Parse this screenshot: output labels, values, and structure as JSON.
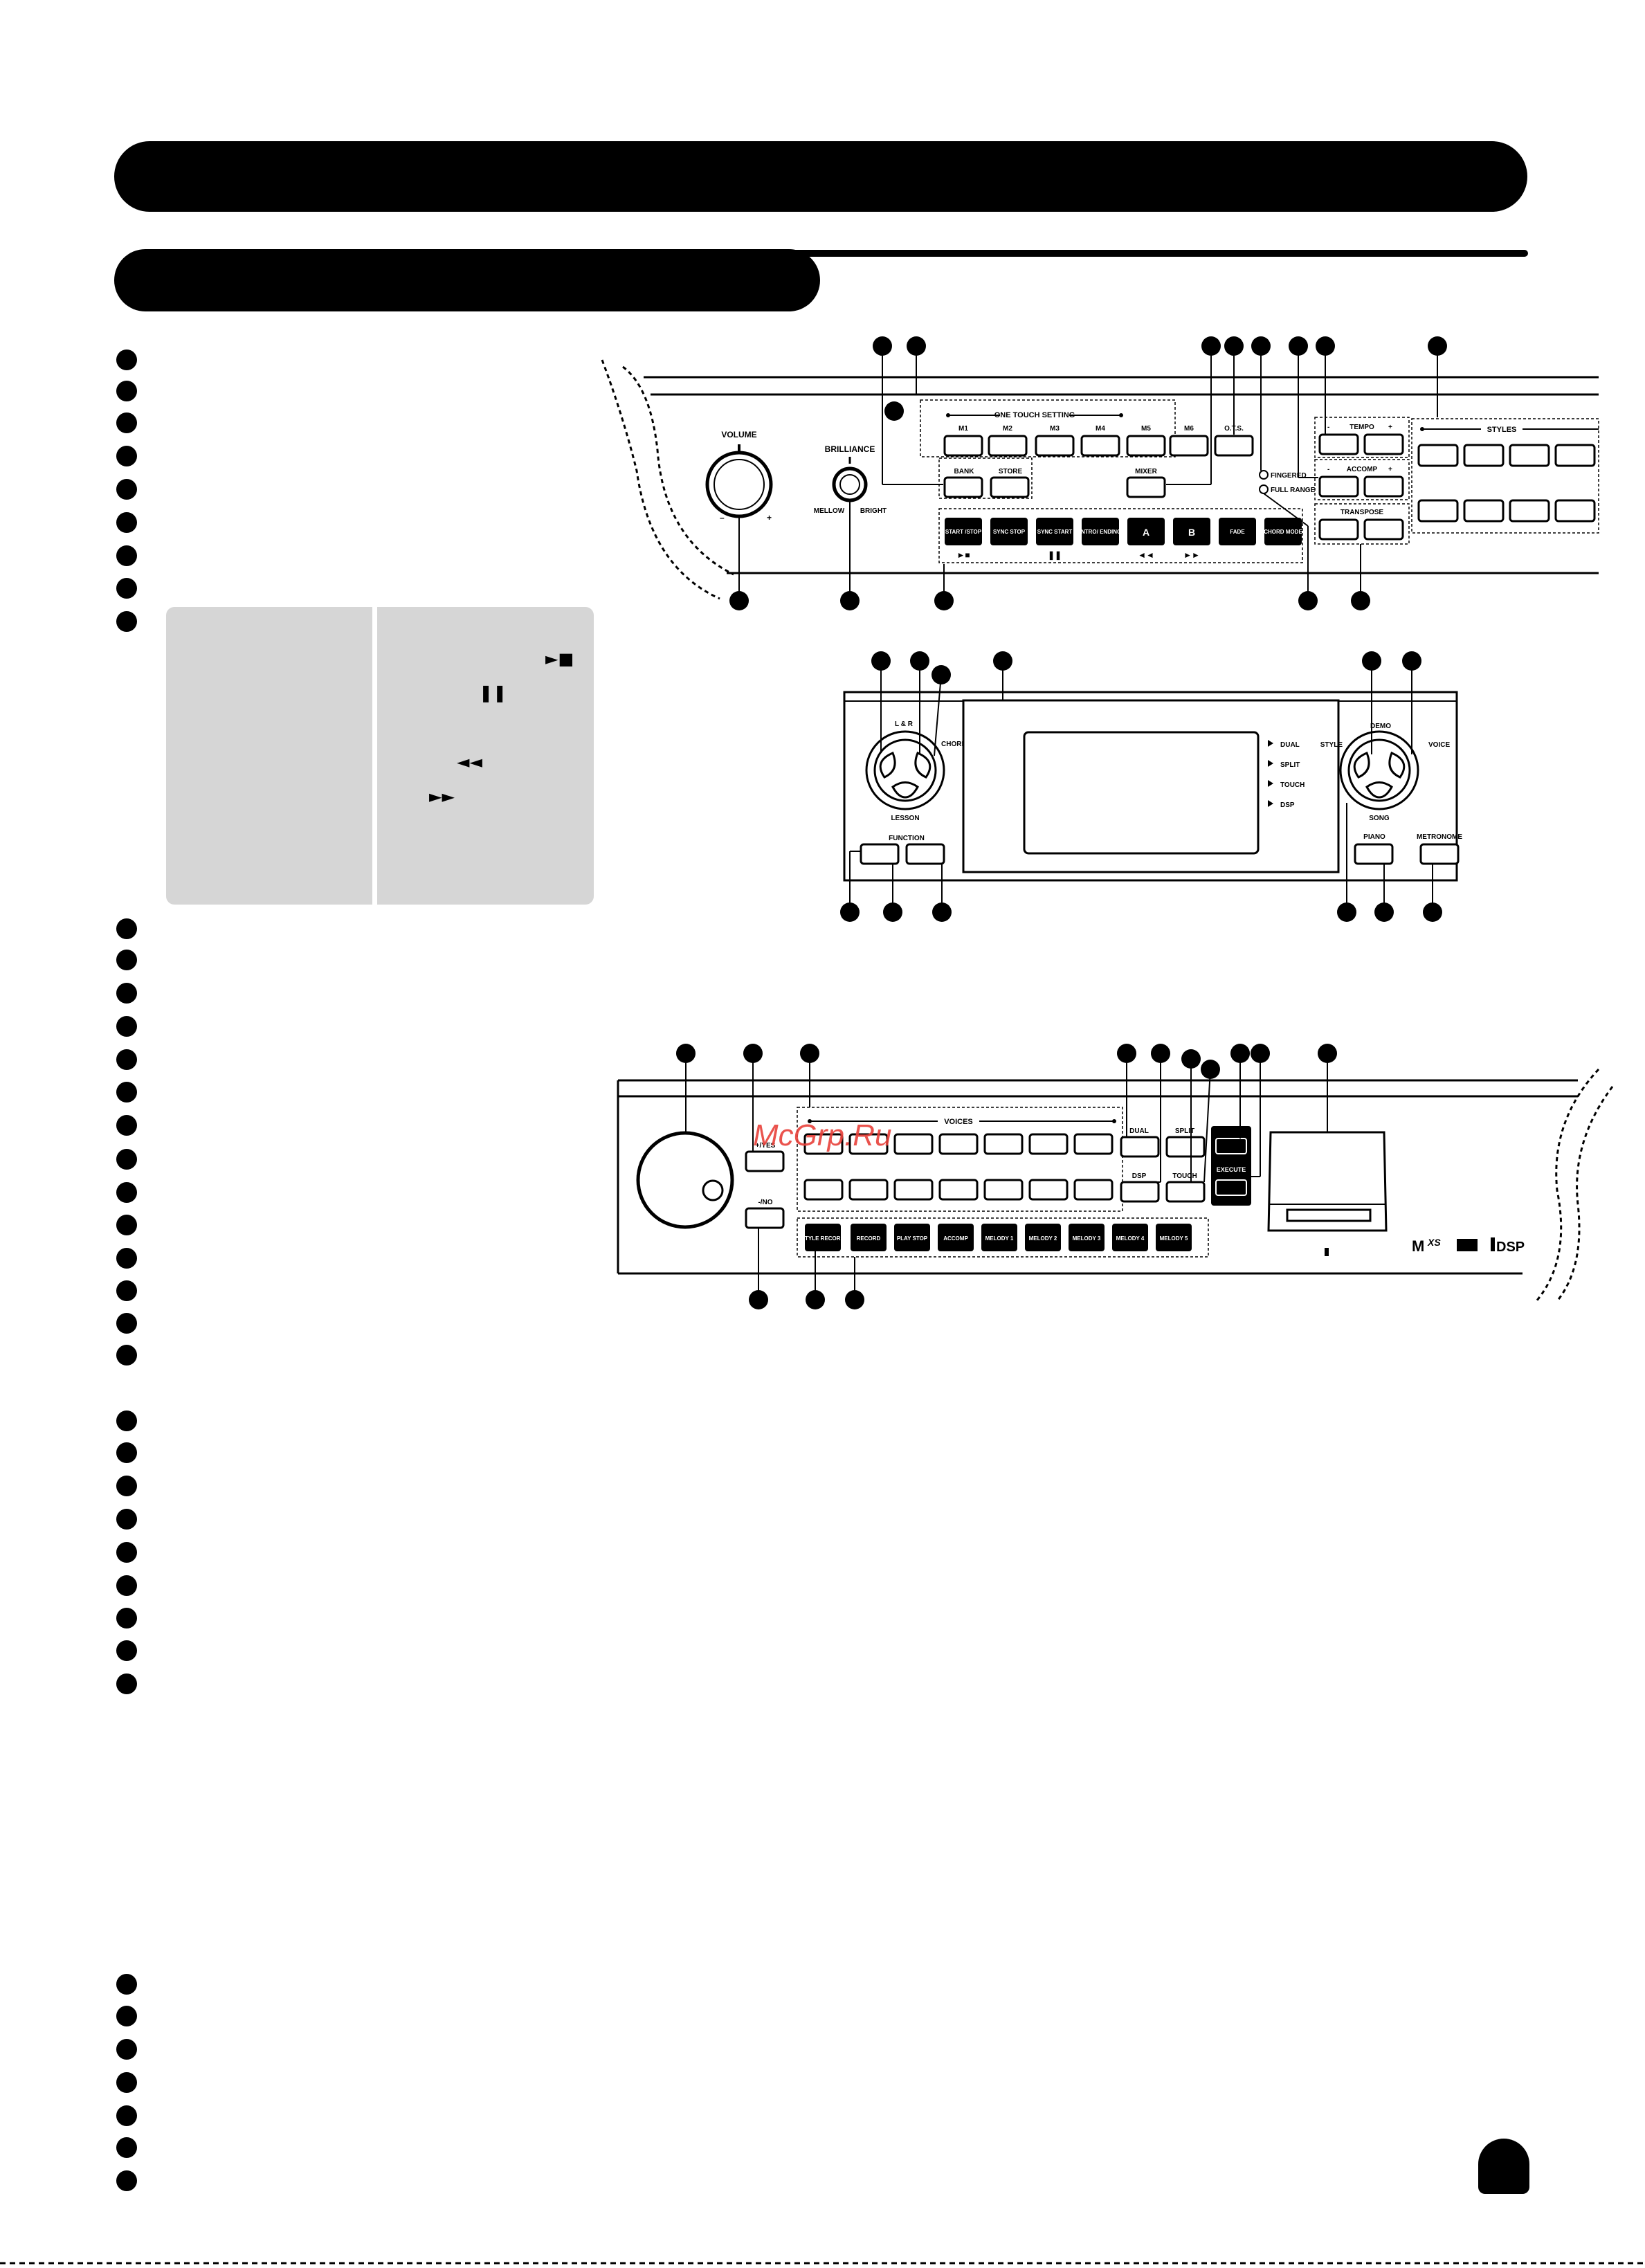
{
  "panel_top": {
    "volume_label": "VOLUME",
    "brilliance_label": "BRILLIANCE",
    "mellow_label": "MELLOW",
    "bright_label": "BRIGHT",
    "one_touch_setting_label": "ONE TOUCH SETTING",
    "m_buttons": [
      "M1",
      "M2",
      "M3",
      "M4",
      "M5",
      "M6"
    ],
    "ots_label": "O.T.S.",
    "bank_label": "BANK",
    "store_label": "STORE",
    "mixer_label": "MIXER",
    "fingered_label": "FINGERED",
    "full_range_label": "FULL RANGE",
    "tempo_label": "TEMPO",
    "accomp_label": "ACCOMP",
    "transpose_label": "TRANSPOSE",
    "styles_label": "STYLES",
    "style_control_buttons": [
      "START /STOP",
      "SYNC STOP",
      "SYNC START",
      "INTRO/ ENDING",
      "A",
      "B",
      "FADE",
      "CHORD MODE"
    ]
  },
  "panel_middle": {
    "lr_label": "L & R",
    "chord_dict_label": "CHORD DICT.",
    "lesson_label": "LESSON",
    "function_label": "FUNCTION",
    "demo_label": "DEMO",
    "style_label": "STYLE",
    "voice_label": "VOICE",
    "song_label": "SONG",
    "piano_label": "PIANO",
    "metronome_label": "METRONOME",
    "indicators": [
      "DUAL",
      "SPLIT",
      "TOUCH",
      "DSP"
    ]
  },
  "panel_bottom": {
    "yes_label": "+/YES",
    "no_label": "-/NO",
    "voices_label": "VOICES",
    "dual_label": "DUAL",
    "split_label": "SPLIT",
    "dsp_label": "DSP",
    "touch_label": "TOUCH",
    "execute_label": "EXECUTE",
    "record_buttons": [
      "STYLE RECORD",
      "RECORD",
      "PLAY STOP",
      "ACCOMP",
      "MELODY 1",
      "MELODY 2",
      "MELODY 3",
      "MELODY 4",
      "MELODY 5"
    ],
    "logo_dsp": "DSP"
  },
  "watermark": "McGrp.Ru",
  "colors": {
    "ink": "#000000",
    "gray_box": "#d6d6d6",
    "watermark": "#e8413a"
  }
}
